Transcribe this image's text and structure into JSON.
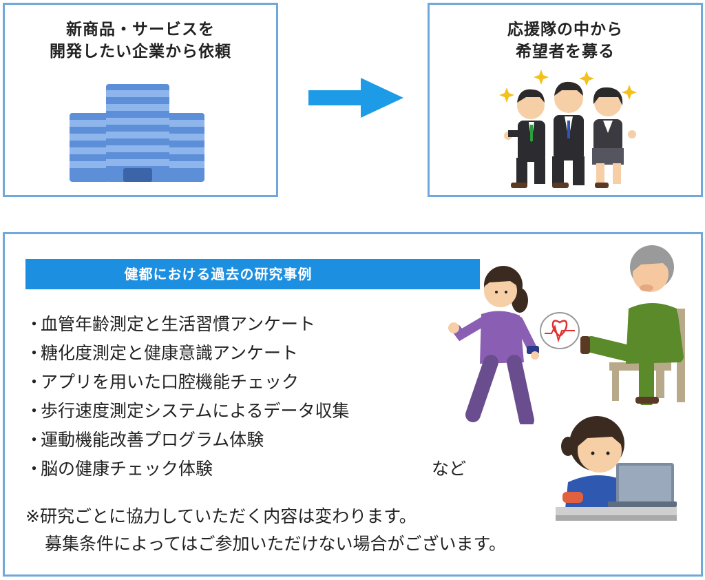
{
  "company": {
    "title_line1": "新商品・サービスを",
    "title_line2": "開発したい企業から依頼"
  },
  "supporters": {
    "title_line1": "応援隊の中から",
    "title_line2": "希望者を募る"
  },
  "research": {
    "heading": "健都における過去の研究事例",
    "bullet": "・",
    "items": [
      "血管年齢測定と生活習慣アンケート",
      "糖化度測定と健康意識アンケート",
      "アプリを用いた口腔機能チェック",
      "歩行速度測定システムによるデータ収集",
      "運動機能改善プログラム体験",
      "脳の健康チェック体験"
    ],
    "etc": "など",
    "note_line1": "※研究ごとに協力していただく内容は変わります。",
    "note_line2": "募集条件によってはご参加いただけない場合がございます。"
  },
  "colors": {
    "border": "#6fa8dc",
    "arrow": "#1d9be6",
    "banner": "#1d8fe0"
  },
  "icons": {
    "building": "building-icon",
    "arrow": "right-arrow-icon",
    "group": "business-people-icon",
    "walker": "walking-woman-icon",
    "elder": "elderly-exercise-icon",
    "laptop": "laptop-user-icon"
  }
}
